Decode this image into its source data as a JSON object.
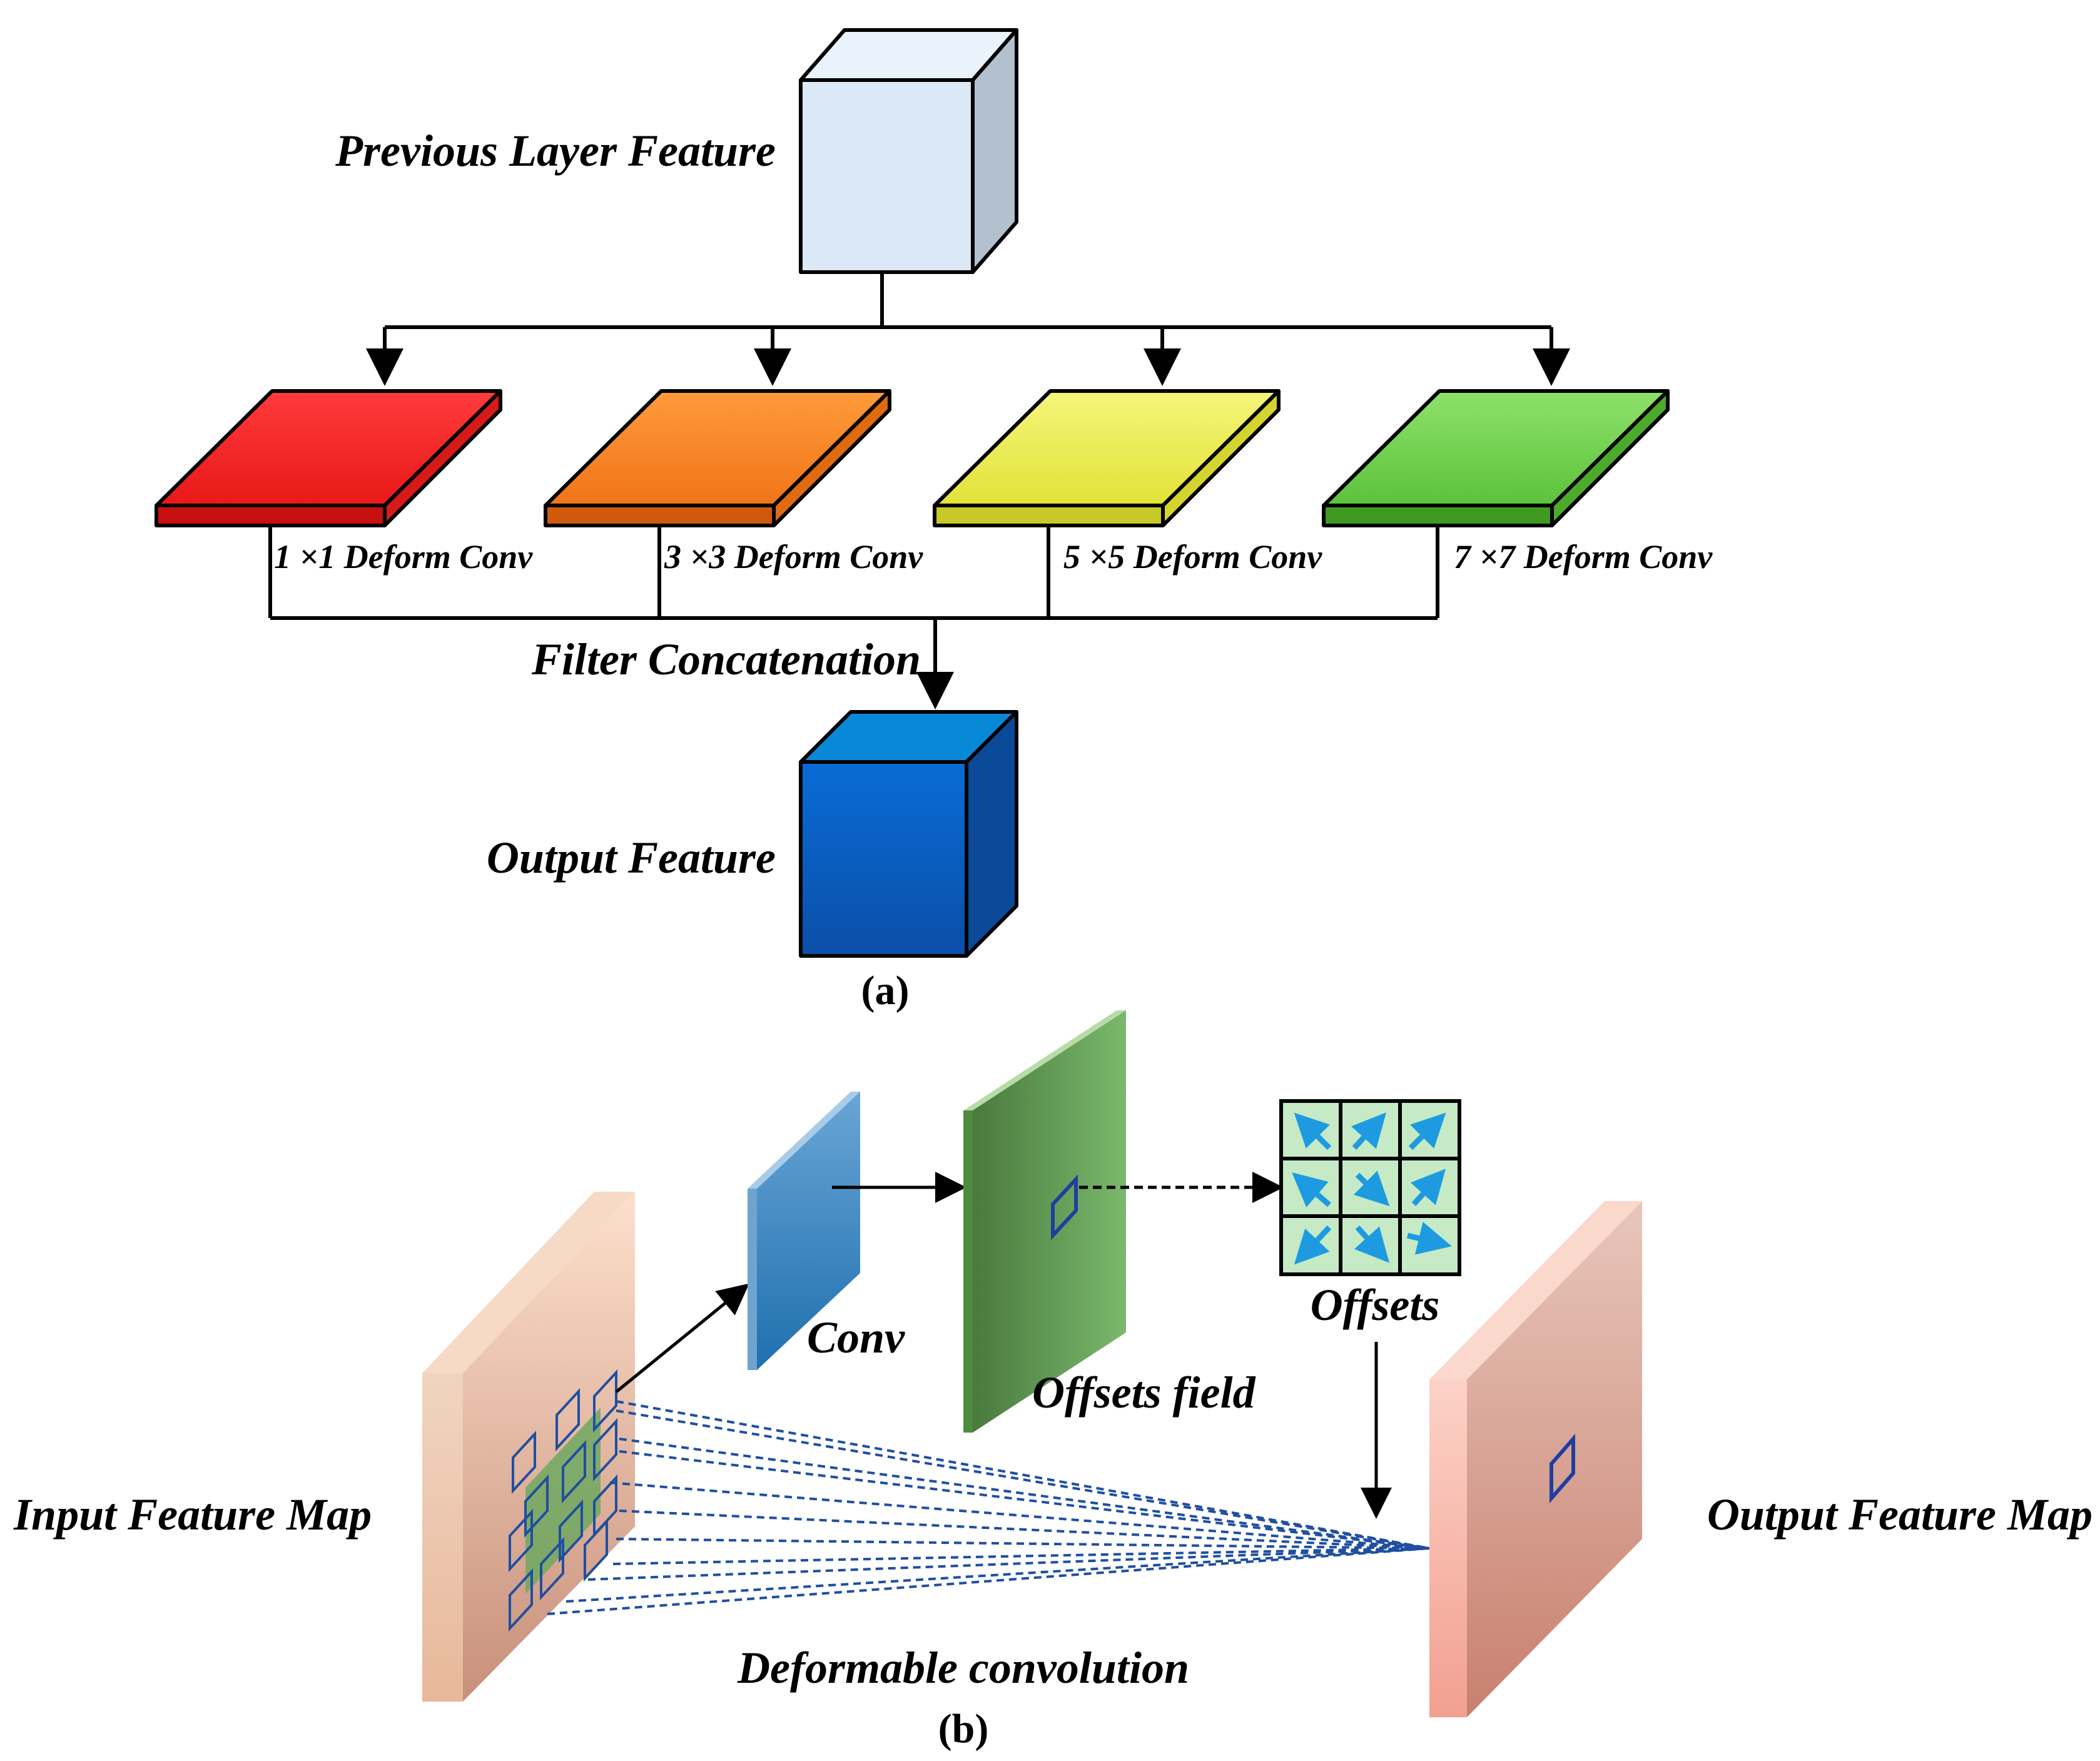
{
  "panel_a": {
    "caption": "(a)",
    "input_label": "Previous Layer Feature",
    "branches": [
      {
        "label": "1 ×1 Deform Conv",
        "color": "#ff2a2a"
      },
      {
        "label": "3 ×3 Deform Conv",
        "color": "#ff8a2a"
      },
      {
        "label": "5 ×5 Deform Conv",
        "color": "#eeee55"
      },
      {
        "label": "7 ×7 Deform Conv",
        "color": "#7fd85a"
      }
    ],
    "concat_label": "Filter Concatenation",
    "output_label": "Output Feature"
  },
  "panel_b": {
    "caption": "(b)",
    "input_label": "Input Feature Map",
    "conv_label": "Conv",
    "offsets_field_label": "Offsets field",
    "offsets_label": "Offsets",
    "output_label": "Output Feature Map",
    "operation_label": "Deformable convolution"
  },
  "colors": {
    "input_cube": "#dbe9f7",
    "output_cube": "#0e63c6",
    "conv_plane": "#3f8ccc",
    "offsets_field": "#5ea05a",
    "offset_cell": "#c5eac5",
    "offset_arrow": "#1e9be0",
    "sampling_lines": "#1f4fa0"
  }
}
